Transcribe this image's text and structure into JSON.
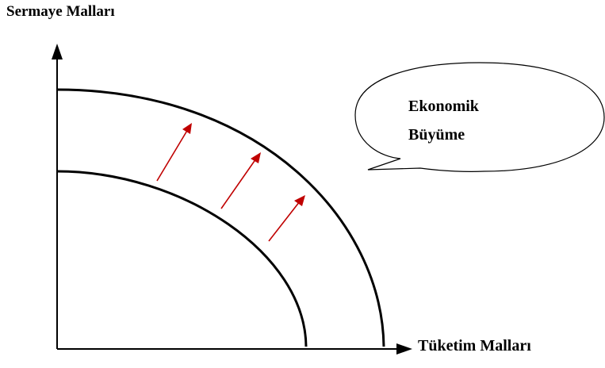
{
  "diagram": {
    "y_axis_label": "Sermaye Malları",
    "x_axis_label": "Tüketim Malları",
    "bubble": {
      "line1": "Ekonomik",
      "line2": "Büyüme"
    },
    "colors": {
      "curve": "#000000",
      "arrow": "#c00000",
      "axis": "#000000"
    }
  }
}
